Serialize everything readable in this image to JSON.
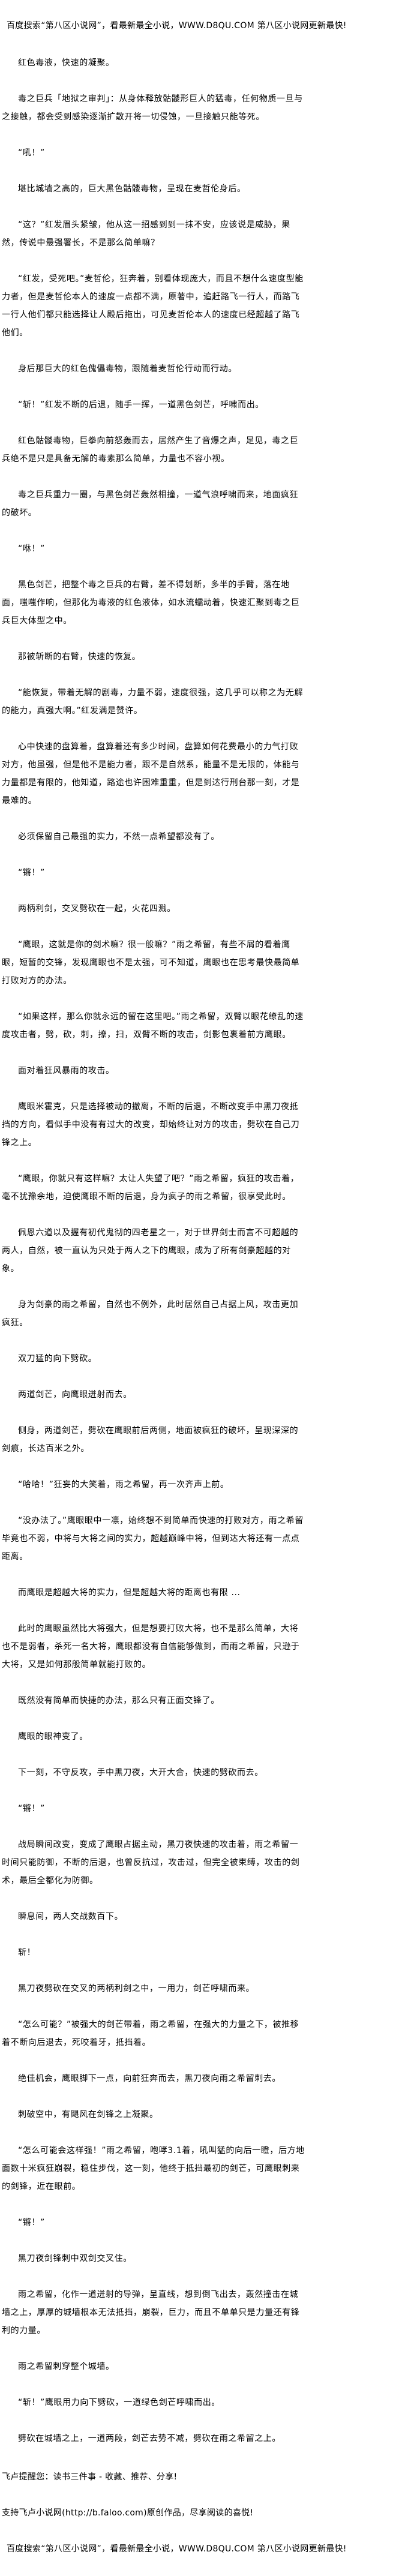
{
  "banner": "百度搜索“第八区小说网”，看最新最全小说，WWW.D8QU.COM  第八区小说网更新最快!",
  "paragraphs": [
    "红色毒液，快速的凝聚。",
    "毒之巨兵「地狱之审判」：从身体释放骷髅形巨人的猛毒，任何物质一旦与之接触，都会受到感染逐渐扩散开将一切侵蚀，一旦接触只能等死。",
    "“吼！”",
    "堪比城墙之高的，巨大黑色骷髅毒物，呈现在麦哲伦身后。",
    "“这？”红发眉头紧皱，他从这一招感到到一抹不安，应该说是威胁，果然，传说中最强署长，不是那么简单嘛？",
    "“红发，受死吧。”麦哲伦，狂奔着，别看体现庞大，而且不想什么速度型能力者，但是麦哲伦本人的速度一点都不满，原著中，追赶路飞一行人，而路飞一行人他们都只能选择让人殿后拖出，可见麦哲伦本人的速度已经超越了路飞他们。",
    "身后那巨大的红色傀儡毒物，跟随着麦哲伦行动而行动。",
    "“斩！”红发不断的后退，随手一挥，一道黑色剑芒，呼啸而出。",
    "红色骷髅毒物，巨拳向前怒轰而去，居然产生了音爆之声，足见，毒之巨兵绝不是只是具备无解的毒素那么简单，力量也不容小视。",
    "毒之巨兵重力一圈，与黑色剑芒轰然相撞，一道气浪呼啸而来，地面疯狂的破坏。",
    "“咻！”",
    "黑色剑芒，把整个毒之巨兵的右臂，差不得划断，多半的手臂，落在地面，嗤嗤作响，但那化为毒液的红色液体，如水流蠕动着，快速汇聚到毒之巨兵巨大体型之中。",
    "那被斩断的右臂，快速的恢复。",
    "“能恢复，带着无解的剧毒，力量不弱，速度很强，这几乎可以称之为无解的能力，真强大啊。”红发满是赞许。",
    "心中快速的盘算着，盘算着还有多少时间，盘算如何花费最小的力气打败对方，他虽强，但是他不是能力者，跟不是自然系，能量不是无限的，体能与力量都是有限的，他知道，路途也许困难重重，但是到达行刑台那一刻，才是最难的。",
    "必须保留自己最强的实力，不然一点希望都没有了。",
    "“锵！”",
    "两柄利剑，交叉劈砍在一起，火花四溅。",
    "“鹰眼，这就是你的剑术嘛？很一般嘛？”雨之希留，有些不屑的看着鹰眼，短暂的交锋，发现鹰眼也不是太强，可不知道，鹰眼也在思考最快最简单打败对方的办法。",
    "“如果这样，那么你就永远的留在这里吧。”雨之希留，双臂以眼花缭乱的速度攻击者，劈，砍，刺，撩，扫，双臂不断的攻击，剑影包裹着前方鹰眼。",
    "面对着狂风暴雨的攻击。",
    "鹰眼米霍克，只是选择被动的撤离，不断的后退，不断改变手中黑刀夜抵挡的方向，看似手中没有有过大的改变，却始终让对方的攻击，劈砍在自己刀锋之上。",
    "“鹰眼，你就只有这样嘛？太让人失望了吧？”雨之希留，疯狂的攻击着，毫不犹豫余地，迫使鹰眼不断的后退，身为疯子的雨之希留，很享受此时。",
    "佩恩六道以及握有初代鬼彻的四老星之一，对于世界剑士而言不可超越的两人，自然，被一直认为只处于两人之下的鹰眼，成为了所有剑豪超越的对象。",
    "身为剑豪的雨之希留，自然也不例外，此时居然自己占据上风，攻击更加疯狂。",
    "双刀猛的向下劈砍。",
    "两道剑芒，向鹰眼迸射而去。",
    "侧身，两道剑芒，劈砍在鹰眼前后两侧，地面被疯狂的破坏，呈现深深的剑痕，长达百米之外。",
    "“哈哈！”狂妄的大笑着，雨之希留，再一次齐声上前。",
    "“没办法了。”鹰眼眼中一凛，始终想不到简单而快速的打败对方，雨之希留毕竟也不弱，中将与大将之间的实力，超越巅峰中将，但到达大将还有一点点距离。",
    "而鹰眼是超越大将的实力，但是超越大将的距离也有限 ...",
    "此时的鹰眼虽然比大将强大，但是想要打败大将，也不是那么简单，大将也不是弱者，杀死一名大将，鹰眼都没有自信能够做到，而雨之希留，只逊于大将，又是如何那般简单就能打败的。",
    "既然没有简单而快捷的办法，那么只有正面交锋了。",
    "鹰眼的眼神变了。",
    "下一刻，不守反攻，手中黑刀夜，大开大合，快速的劈砍而去。",
    "“锵！”",
    "战局瞬间改变，变成了鹰眼占据主动，黑刀夜快速的攻击着，雨之希留一时间只能防御，不断的后退，也曾反抗过，攻击过，但完全被束缚，攻击的剑术，最后全都化为防御。",
    "瞬息间，两人交战数百下。",
    "斩！",
    "黑刀夜劈砍在交叉的两柄利剑之中，一用力，剑芒呼啸而来。",
    "“怎么可能？”被强大的剑芒带着，雨之希留，在强大的力量之下，被推移着不断向后退去，死咬着牙，抵挡着。",
    "绝佳机会，鹰眼脚下一点，向前狂奔而去，黑刀夜向雨之希留刺去。",
    "刺破空中，有飓风在剑锋之上凝聚。",
    "“怎么可能会这样强！”雨之希留，咆哮3.1着，吼叫猛的向后一瞪，后方地面数十米疯狂崩裂，稳住步伐，这一刻，他终于抵挡最初的剑芒，可鹰眼刺来的剑锋，近在眼前。",
    "“锵！”",
    "黑刀夜剑锋刺中双剑交叉住。",
    "雨之希留，化作一道迸射的导弹，呈直线，想到倒飞出去，轰然撞击在城墙之上，厚厚的城墙根本无法抵挡，崩裂，巨力，而且不单单只是力量还有锋利的力量。",
    "雨之希留刺穿整个城墙。",
    "“斩！”鹰眼用力向下劈砍，一道绿色剑芒呼啸而出。",
    "劈砍在城墙之上，一道两段，剑芒去势不减，劈砍在雨之希留之上。"
  ],
  "footer": {
    "reminder": "飞卢提醒您：读书三件事 - 收藏、推荐、分享!",
    "support": "支持飞卢小说网(http://b.faloo.com)原创作品，尽享阅读的喜悦!",
    "banner": "百度搜索“第八区小说网”，看最新最全小说，WWW.D8QU.COM  第八区小说网更新最快!"
  }
}
